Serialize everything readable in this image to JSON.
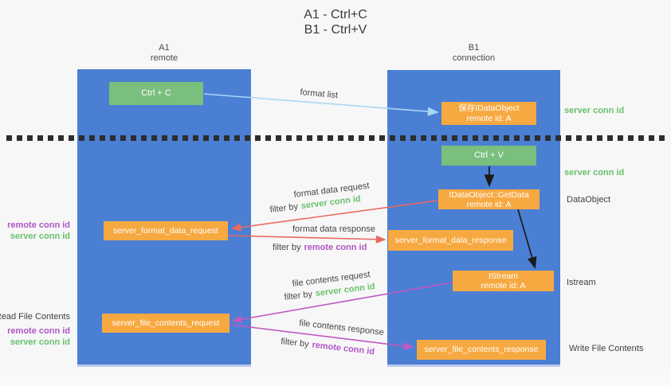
{
  "title": {
    "line1": "A1 - Ctrl+C",
    "line2": "B1 - Ctrl+V"
  },
  "lanes": {
    "left": {
      "title": "A1",
      "subtitle": "remote"
    },
    "right": {
      "title": "B1",
      "subtitle": "connection"
    }
  },
  "nodes": {
    "ctrl_c": {
      "label": "Ctrl + C"
    },
    "ctrl_v": {
      "label": "Ctrl + V"
    },
    "save_dataobject": {
      "line1": "保存IDataObject",
      "line2": "remote id: A"
    },
    "getdata": {
      "line1": "IDataObject::GetData",
      "line2": "remote id: A"
    },
    "istream": {
      "line1": "IStream",
      "line2": "remote id: A"
    },
    "server_format_data_request": {
      "label": "server_format_data_request"
    },
    "server_format_data_response": {
      "label": "server_format_data_response"
    },
    "server_file_contents_request": {
      "label": "server_file_contents_request"
    },
    "server_file_contents_response": {
      "label": "server_file_contents_response"
    }
  },
  "flow_labels": {
    "format_list": "format list",
    "format_data_request": "format data request",
    "format_data_response": "format data response",
    "file_contents_request": "file contents request",
    "file_contents_response": "file contents response",
    "filter_by": "filter by",
    "server_conn_id": "server conn id",
    "remote_conn_id": "remote conn id"
  },
  "side_labels": {
    "left": {
      "remote_conn_id": "remote conn id",
      "server_conn_id": "server conn id",
      "read_file_contents": "Read File Contents"
    },
    "right": {
      "server_conn_id_top": "server conn id",
      "server_conn_id_mid": "server conn id",
      "dataobject": "DataObject",
      "istream": "Istream",
      "write_file_contents": "Write File Contents"
    }
  },
  "colors": {
    "lane_blue": "#4a7fd4",
    "node_green": "#7abf7d",
    "node_orange": "#f7a941",
    "label_green": "#68c06d",
    "label_purple": "#b055c8",
    "arrow_red": "#e9695f",
    "arrow_magenta": "#c258c0",
    "arrow_light_blue": "#abd7f3",
    "arrow_black": "#1a1a1a"
  }
}
